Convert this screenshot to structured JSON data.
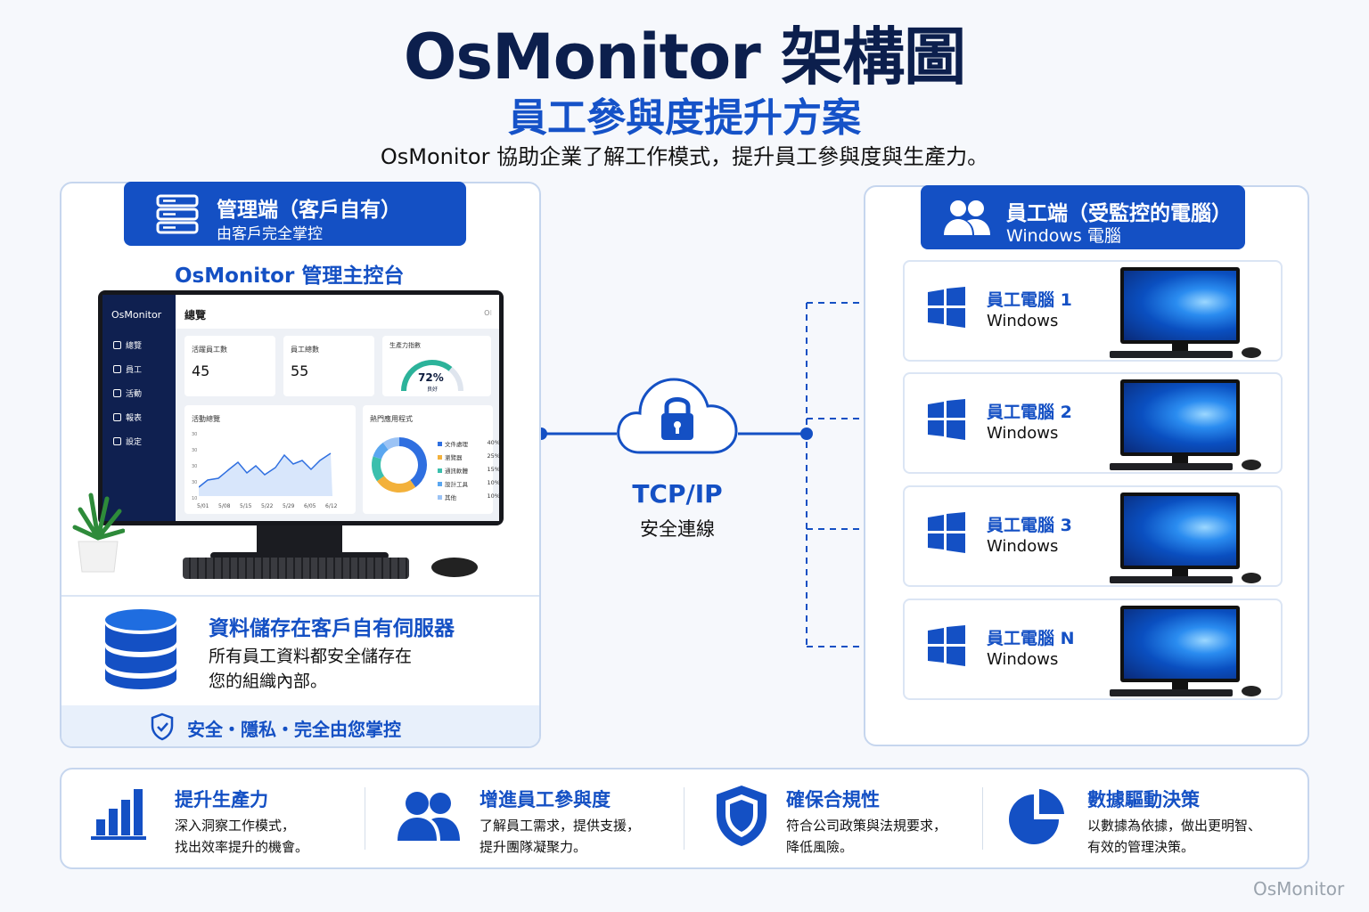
{
  "header": {
    "title": "OsMonitor 架構圖",
    "subtitle": "員工參與度提升方案",
    "tagline": "OsMonitor 協助企業了解工作模式，提升員工參與度與生產力。"
  },
  "admin": {
    "title": "管理端（客戶自有）",
    "subtitle": "由客戶完全掌控",
    "console_title": "OsMonitor 管理主控台",
    "storage_title": "資料儲存在客戶自有伺服器",
    "storage_line1": "所有員工資料都安全儲存在",
    "storage_line2": "您的組織內部。",
    "footer": "安全・隱私・完全由您掌控"
  },
  "dashboard": {
    "brand": "OsMonitor",
    "page_title": "總覽",
    "top_right": "O⁝",
    "nav": [
      "總覽",
      "員工",
      "活動",
      "報表",
      "設定"
    ],
    "active_label": "活躍員工數",
    "active_value": "45",
    "total_label": "員工總數",
    "total_value": "55",
    "productivity_label": "生產力指數",
    "productivity_value": "72%",
    "productivity_note": "良好",
    "productivity_fraction": 0.72,
    "activity_title": "活動總覽",
    "activity_yticks": [
      "30",
      "30",
      "30",
      "30",
      "10"
    ],
    "activity_xticks": [
      "5/01",
      "5/08",
      "5/15",
      "5/22",
      "5/29",
      "6/05",
      "6/12"
    ],
    "apps_title": "熱門應用程式",
    "apps": [
      {
        "name": "文件處理",
        "pct": "40%",
        "color": "#2f6fe0"
      },
      {
        "name": "瀏覽器",
        "pct": "25%",
        "color": "#f3b13b"
      },
      {
        "name": "通訊軟體",
        "pct": "15%",
        "color": "#3bbfad"
      },
      {
        "name": "設計工具",
        "pct": "10%",
        "color": "#5aa6f0"
      },
      {
        "name": "其他",
        "pct": "10%",
        "color": "#9bc3f5"
      }
    ]
  },
  "network": {
    "protocol": "TCP/IP",
    "note": "安全連線"
  },
  "employee": {
    "title": "員工端（受監控的電腦）",
    "subtitle": "Windows 電腦",
    "pcs": [
      {
        "name": "員工電腦 1",
        "os": "Windows"
      },
      {
        "name": "員工電腦 2",
        "os": "Windows"
      },
      {
        "name": "員工電腦 3",
        "os": "Windows"
      },
      {
        "name": "員工電腦 N",
        "os": "Windows"
      }
    ]
  },
  "benefits": [
    {
      "title": "提升生產力",
      "line1": "深入洞察工作模式，",
      "line2": "找出效率提升的機會。",
      "icon": "bar-chart-icon"
    },
    {
      "title": "增進員工參與度",
      "line1": "了解員工需求，提供支援，",
      "line2": "提升團隊凝聚力。",
      "icon": "users-icon"
    },
    {
      "title": "確保合規性",
      "line1": "符合公司政策與法規要求，",
      "line2": "降低風險。",
      "icon": "shield-icon"
    },
    {
      "title": "數據驅動決策",
      "line1": "以數據為依據，做出更明智、",
      "line2": "有效的管理決策。",
      "icon": "pie-chart-icon"
    }
  ],
  "watermark": "OsMonitor",
  "colors": {
    "primary": "#1450c4",
    "dark": "#0c1f4d"
  }
}
